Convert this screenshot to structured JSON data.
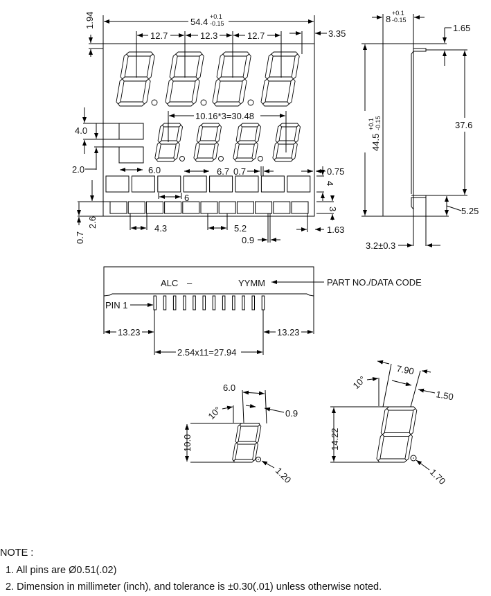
{
  "front_view": {
    "overall_width": "54.4",
    "width_tol_plus": "+0.1",
    "width_tol_minus": "-0.15",
    "top_offset": "1.94",
    "digit_pitch": [
      "12.7",
      "12.3",
      "12.7"
    ],
    "right_offset": "3.35",
    "small_digit_pitch": "10.16*3=30.48",
    "box_height": "4.0",
    "box_gap": "2.0",
    "box_width": "6.0",
    "pad_width": "6.7",
    "pad_gap": "0.7",
    "pad_edge": "0.75",
    "pad_height": "4",
    "pin_pad_height": "3",
    "pad_pitch_label": "6",
    "pin_pad_width": "4.3",
    "pin_pad_pitch": "5.2",
    "pin_pad_gap": "0.9",
    "pin_pad_edge": "1.63",
    "bottom_offset": "2.6",
    "bottom_margin": "0.7"
  },
  "side_view": {
    "thickness": "8",
    "thickness_tol_plus": "+0.1",
    "thickness_tol_minus": "-0.15",
    "step_top": "1.65",
    "height": "44.5",
    "height_tol_plus": "+0.1",
    "height_tol_minus": "-0.15",
    "inner_height": "37.6",
    "step_bottom": "5.25",
    "pin_offset": "3.2±0.3"
  },
  "bottom_view": {
    "marking_left": "ALC",
    "marking_dash": "–",
    "marking_right": "YYMM",
    "marking_callout": "PART NO./DATA CODE",
    "pin1_label": "PIN 1",
    "left_margin": "13.23",
    "right_margin": "13.23",
    "pin_span": "2.54x11=27.94"
  },
  "digit_detail_small": {
    "width": "6.0",
    "angle": "10°",
    "segment_width": "0.9",
    "height": "10.0",
    "dp_diameter": "1.20"
  },
  "digit_detail_large": {
    "width": "7.90",
    "angle": "10°",
    "segment_width": "1.50",
    "height": "14.22",
    "dp_diameter": "1.70"
  },
  "notes": {
    "title": "NOTE :",
    "items": [
      "1. All pins are Ø0.51(.02)",
      "2. Dimension in millimeter (inch), and tolerance is ±0.30(.01) unless otherwise noted."
    ]
  }
}
